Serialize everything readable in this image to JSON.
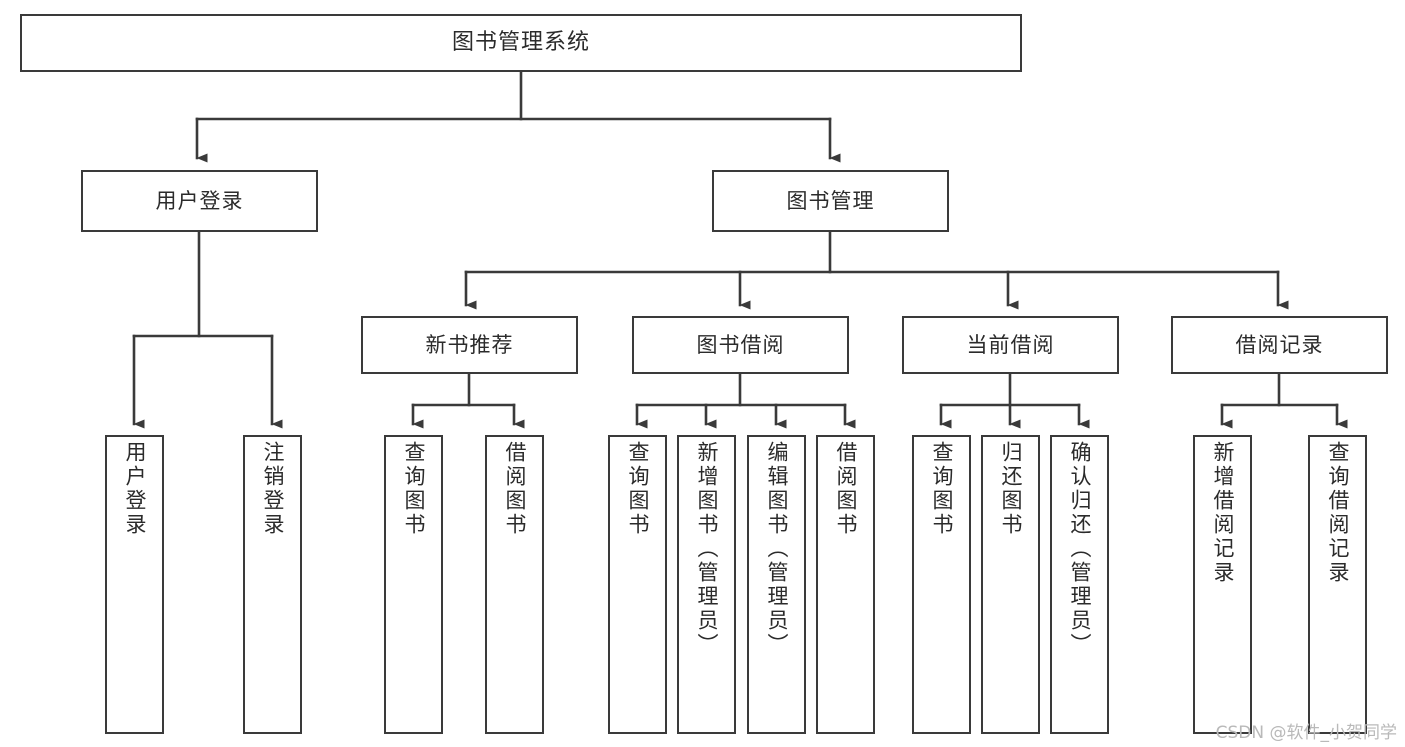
{
  "diagram": {
    "title": "图书管理系统",
    "type": "tree-hierarchy-chart",
    "root": {
      "id": "root",
      "label": "图书管理系统"
    },
    "level2": [
      {
        "id": "user-login",
        "label": "用户登录"
      },
      {
        "id": "book-manage",
        "label": "图书管理"
      }
    ],
    "level3": [
      {
        "id": "new-book-rec",
        "label": "新书推荐"
      },
      {
        "id": "book-borrow",
        "label": "图书借阅"
      },
      {
        "id": "current-borrow",
        "label": "当前借阅"
      },
      {
        "id": "borrow-record",
        "label": "借阅记录"
      }
    ],
    "leaves": [
      {
        "id": "leaf-user-login",
        "label": "用户登录",
        "parent": "user-login"
      },
      {
        "id": "leaf-logout",
        "label": "注销登录",
        "parent": "user-login"
      },
      {
        "id": "leaf-query-book-1",
        "label": "查询图书",
        "parent": "new-book-rec"
      },
      {
        "id": "leaf-borrow-book-1",
        "label": "借阅图书",
        "parent": "new-book-rec"
      },
      {
        "id": "leaf-query-book-2",
        "label": "查询图书",
        "parent": "book-borrow"
      },
      {
        "id": "leaf-add-book",
        "label": "新增图书（管理员）",
        "parent": "book-borrow"
      },
      {
        "id": "leaf-edit-book",
        "label": "编辑图书（管理员）",
        "parent": "book-borrow"
      },
      {
        "id": "leaf-borrow-book-2",
        "label": "借阅图书",
        "parent": "book-borrow"
      },
      {
        "id": "leaf-query-book-3",
        "label": "查询图书",
        "parent": "current-borrow"
      },
      {
        "id": "leaf-return-book",
        "label": "归还图书",
        "parent": "current-borrow"
      },
      {
        "id": "leaf-confirm-return",
        "label": "确认归还（管理员）",
        "parent": "current-borrow"
      },
      {
        "id": "leaf-add-record",
        "label": "新增借阅记录",
        "parent": "borrow-record"
      },
      {
        "id": "leaf-query-record",
        "label": "查询借阅记录",
        "parent": "borrow-record"
      }
    ],
    "colors": {
      "border": "#3a3a3a",
      "text": "#2b2b2b",
      "background": "#ffffff",
      "watermark": "#b9b9b9"
    }
  },
  "watermark": {
    "text": "CSDN @软件_小贺同学"
  }
}
